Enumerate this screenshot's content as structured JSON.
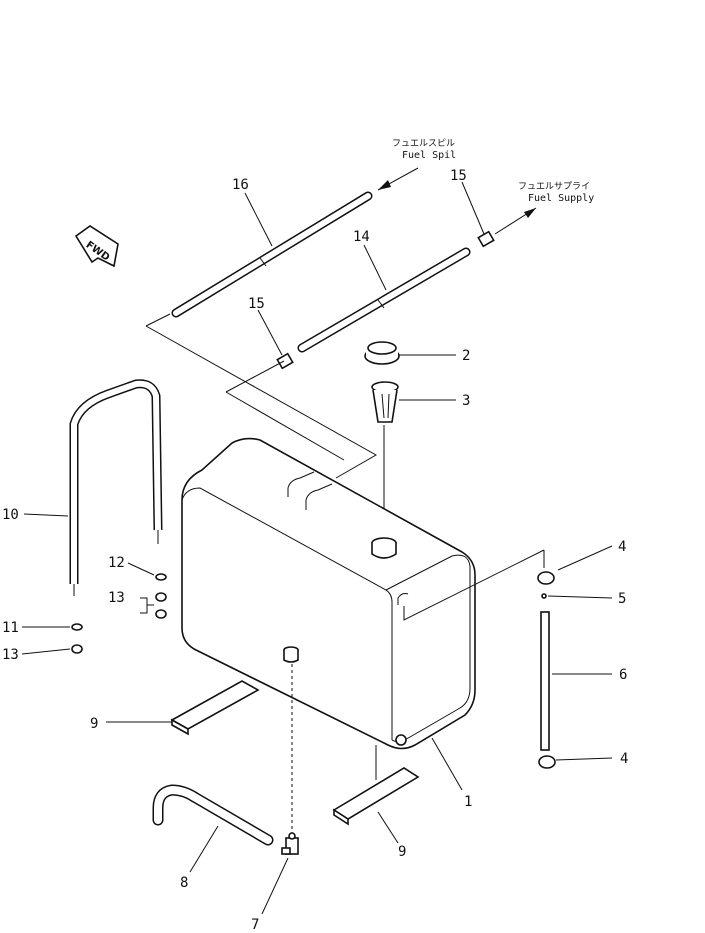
{
  "callouts": [
    {
      "id": "c1",
      "text": "1"
    },
    {
      "id": "c2",
      "text": "2"
    },
    {
      "id": "c3",
      "text": "3"
    },
    {
      "id": "c4a",
      "text": "4"
    },
    {
      "id": "c4b",
      "text": "4"
    },
    {
      "id": "c5",
      "text": "5"
    },
    {
      "id": "c6",
      "text": "6"
    },
    {
      "id": "c7",
      "text": "7"
    },
    {
      "id": "c8",
      "text": "8"
    },
    {
      "id": "c9a",
      "text": "9"
    },
    {
      "id": "c9b",
      "text": "9"
    },
    {
      "id": "c10",
      "text": "10"
    },
    {
      "id": "c11",
      "text": "11"
    },
    {
      "id": "c12",
      "text": "12"
    },
    {
      "id": "c13a",
      "text": "13"
    },
    {
      "id": "c13b",
      "text": "13"
    },
    {
      "id": "c14",
      "text": "14"
    },
    {
      "id": "c15a",
      "text": "15"
    },
    {
      "id": "c15b",
      "text": "15"
    },
    {
      "id": "c16",
      "text": "16"
    }
  ],
  "labels": {
    "fuel_spill_jp": "フュエルスピル",
    "fuel_spill_en": "Fuel Spil",
    "fuel_supply_jp": "フュエルサプライ",
    "fuel_supply_en": "Fuel Supply",
    "fwd": "FWD"
  }
}
